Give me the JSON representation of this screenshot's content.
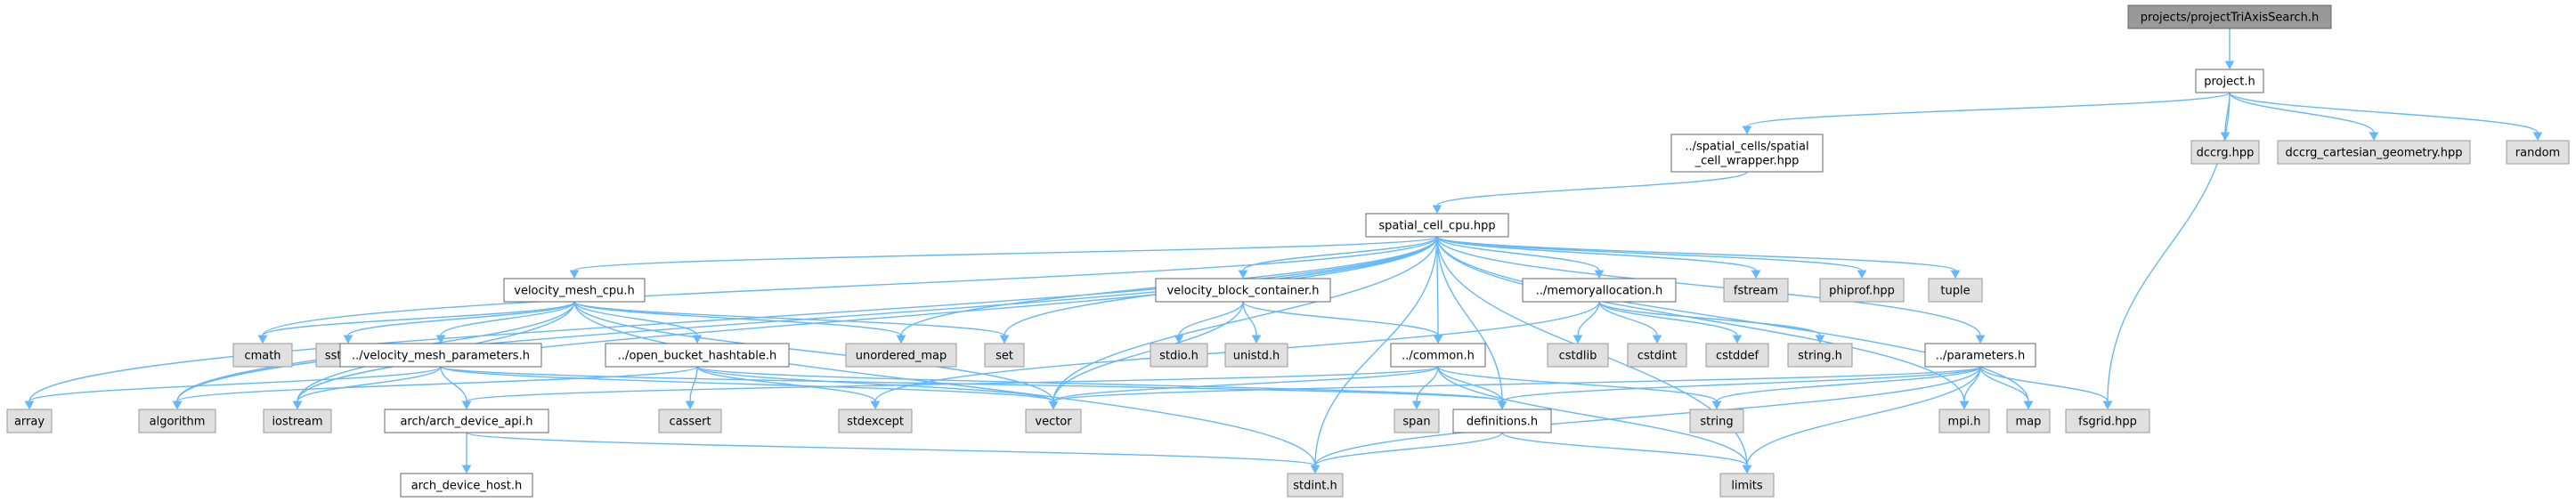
{
  "nodes": [
    {
      "id": "root",
      "lines": [
        "projects/projectTriAxisSearch.h"
      ],
      "style": "root"
    },
    {
      "id": "project",
      "lines": [
        "project.h"
      ],
      "style": "doc"
    },
    {
      "id": "wrapper",
      "lines": [
        "../spatial_cells/spatial",
        "_cell_wrapper.hpp"
      ],
      "style": "doc"
    },
    {
      "id": "dccrg",
      "lines": [
        "dccrg.hpp"
      ],
      "style": "sys"
    },
    {
      "id": "dccrgcart",
      "lines": [
        "dccrg_cartesian_geometry.hpp"
      ],
      "style": "sys"
    },
    {
      "id": "random",
      "lines": [
        "random"
      ],
      "style": "sys"
    },
    {
      "id": "spatialcpu",
      "lines": [
        "spatial_cell_cpu.hpp"
      ],
      "style": "doc"
    },
    {
      "id": "velmesh",
      "lines": [
        "velocity_mesh_cpu.h"
      ],
      "style": "doc"
    },
    {
      "id": "velblock",
      "lines": [
        "velocity_block_container.h"
      ],
      "style": "doc"
    },
    {
      "id": "memalloc",
      "lines": [
        "../memoryallocation.h"
      ],
      "style": "doc"
    },
    {
      "id": "fstream",
      "lines": [
        "fstream"
      ],
      "style": "sys"
    },
    {
      "id": "phiprof",
      "lines": [
        "phiprof.hpp"
      ],
      "style": "sys"
    },
    {
      "id": "tuple",
      "lines": [
        "tuple"
      ],
      "style": "sys"
    },
    {
      "id": "cmath",
      "lines": [
        "cmath"
      ],
      "style": "sys"
    },
    {
      "id": "sstream",
      "lines": [
        "sstream"
      ],
      "style": "sys"
    },
    {
      "id": "velmeshparams",
      "lines": [
        "../velocity_mesh_parameters.h"
      ],
      "style": "doc"
    },
    {
      "id": "openbucket",
      "lines": [
        "../open_bucket_hashtable.h"
      ],
      "style": "doc"
    },
    {
      "id": "unorderedmap",
      "lines": [
        "unordered_map"
      ],
      "style": "sys"
    },
    {
      "id": "set",
      "lines": [
        "set"
      ],
      "style": "sys"
    },
    {
      "id": "stdioh",
      "lines": [
        "stdio.h"
      ],
      "style": "sys"
    },
    {
      "id": "unistdh",
      "lines": [
        "unistd.h"
      ],
      "style": "sys"
    },
    {
      "id": "common",
      "lines": [
        "../common.h"
      ],
      "style": "doc"
    },
    {
      "id": "cstdlib",
      "lines": [
        "cstdlib"
      ],
      "style": "sys"
    },
    {
      "id": "cstdint",
      "lines": [
        "cstdint"
      ],
      "style": "sys"
    },
    {
      "id": "cstddef",
      "lines": [
        "cstddef"
      ],
      "style": "sys"
    },
    {
      "id": "stringh",
      "lines": [
        "string.h"
      ],
      "style": "sys"
    },
    {
      "id": "params",
      "lines": [
        "../parameters.h"
      ],
      "style": "doc"
    },
    {
      "id": "array",
      "lines": [
        "array"
      ],
      "style": "sys"
    },
    {
      "id": "algorithm",
      "lines": [
        "algorithm"
      ],
      "style": "sys"
    },
    {
      "id": "iostream",
      "lines": [
        "iostream"
      ],
      "style": "sys"
    },
    {
      "id": "archapi",
      "lines": [
        "arch/arch_device_api.h"
      ],
      "style": "doc"
    },
    {
      "id": "cassert",
      "lines": [
        "cassert"
      ],
      "style": "sys"
    },
    {
      "id": "stdexcept",
      "lines": [
        "stdexcept"
      ],
      "style": "sys"
    },
    {
      "id": "vector",
      "lines": [
        "vector"
      ],
      "style": "sys"
    },
    {
      "id": "span",
      "lines": [
        "span"
      ],
      "style": "sys"
    },
    {
      "id": "definitions",
      "lines": [
        "definitions.h"
      ],
      "style": "doc"
    },
    {
      "id": "string",
      "lines": [
        "string"
      ],
      "style": "sys"
    },
    {
      "id": "mpih",
      "lines": [
        "mpi.h"
      ],
      "style": "sys"
    },
    {
      "id": "map",
      "lines": [
        "map"
      ],
      "style": "sys"
    },
    {
      "id": "fsgrid",
      "lines": [
        "fsgrid.hpp"
      ],
      "style": "sys"
    },
    {
      "id": "archhost",
      "lines": [
        "arch_device_host.h"
      ],
      "style": "doc"
    },
    {
      "id": "stdinth",
      "lines": [
        "stdint.h"
      ],
      "style": "sys"
    },
    {
      "id": "limits",
      "lines": [
        "limits"
      ],
      "style": "sys"
    }
  ],
  "edges": [
    [
      "root",
      "project"
    ],
    [
      "project",
      "wrapper"
    ],
    [
      "project",
      "dccrg"
    ],
    [
      "project",
      "dccrgcart"
    ],
    [
      "project",
      "random"
    ],
    [
      "project",
      "fsgrid"
    ],
    [
      "wrapper",
      "spatialcpu"
    ],
    [
      "spatialcpu",
      "velmesh"
    ],
    [
      "spatialcpu",
      "velblock"
    ],
    [
      "spatialcpu",
      "memalloc"
    ],
    [
      "spatialcpu",
      "fstream"
    ],
    [
      "spatialcpu",
      "phiprof"
    ],
    [
      "spatialcpu",
      "tuple"
    ],
    [
      "spatialcpu",
      "array"
    ],
    [
      "spatialcpu",
      "algorithm"
    ],
    [
      "spatialcpu",
      "iostream"
    ],
    [
      "spatialcpu",
      "cmath"
    ],
    [
      "spatialcpu",
      "unorderedmap"
    ],
    [
      "spatialcpu",
      "set"
    ],
    [
      "spatialcpu",
      "vector"
    ],
    [
      "spatialcpu",
      "common"
    ],
    [
      "spatialcpu",
      "definitions"
    ],
    [
      "spatialcpu",
      "params"
    ],
    [
      "spatialcpu",
      "stdinth"
    ],
    [
      "spatialcpu",
      "mpih"
    ],
    [
      "spatialcpu",
      "map"
    ],
    [
      "spatialcpu",
      "limits"
    ],
    [
      "velmesh",
      "cmath"
    ],
    [
      "velmesh",
      "sstream"
    ],
    [
      "velmesh",
      "algorithm"
    ],
    [
      "velmesh",
      "iostream"
    ],
    [
      "velmesh",
      "velmeshparams"
    ],
    [
      "velmesh",
      "openbucket"
    ],
    [
      "velmesh",
      "unorderedmap"
    ],
    [
      "velmesh",
      "set"
    ],
    [
      "velmesh",
      "vector"
    ],
    [
      "velmesh",
      "stdinth"
    ],
    [
      "velmeshparams",
      "array"
    ],
    [
      "velmeshparams",
      "iostream"
    ],
    [
      "velmeshparams",
      "archapi"
    ],
    [
      "velmeshparams",
      "vector"
    ],
    [
      "velmeshparams",
      "definitions"
    ],
    [
      "openbucket",
      "algorithm"
    ],
    [
      "openbucket",
      "cassert"
    ],
    [
      "openbucket",
      "stdexcept"
    ],
    [
      "openbucket",
      "vector"
    ],
    [
      "openbucket",
      "definitions"
    ],
    [
      "velblock",
      "stdioh"
    ],
    [
      "velblock",
      "unistdh"
    ],
    [
      "velblock",
      "vector"
    ],
    [
      "velblock",
      "common"
    ],
    [
      "memalloc",
      "cstdlib"
    ],
    [
      "memalloc",
      "cstdint"
    ],
    [
      "memalloc",
      "cstddef"
    ],
    [
      "memalloc",
      "stringh"
    ],
    [
      "memalloc",
      "stdexcept"
    ],
    [
      "common",
      "vector"
    ],
    [
      "common",
      "span"
    ],
    [
      "common",
      "definitions"
    ],
    [
      "common",
      "string"
    ],
    [
      "common",
      "limits"
    ],
    [
      "common",
      "archapi"
    ],
    [
      "params",
      "vector"
    ],
    [
      "params",
      "string"
    ],
    [
      "params",
      "mpih"
    ],
    [
      "params",
      "map"
    ],
    [
      "params",
      "fsgrid"
    ],
    [
      "params",
      "definitions"
    ],
    [
      "params",
      "limits"
    ],
    [
      "params",
      "stdinth"
    ],
    [
      "archapi",
      "archhost"
    ],
    [
      "archapi",
      "stdinth"
    ],
    [
      "definitions",
      "stdinth"
    ],
    [
      "definitions",
      "limits"
    ]
  ],
  "colors": {
    "edge": "#63b8ff",
    "root_fill": "#999999",
    "root_stroke": "#666666",
    "doc_fill": "#ffffff",
    "doc_stroke": "#666666",
    "sys_fill": "#e0e0e0",
    "sys_stroke": "#999999"
  }
}
